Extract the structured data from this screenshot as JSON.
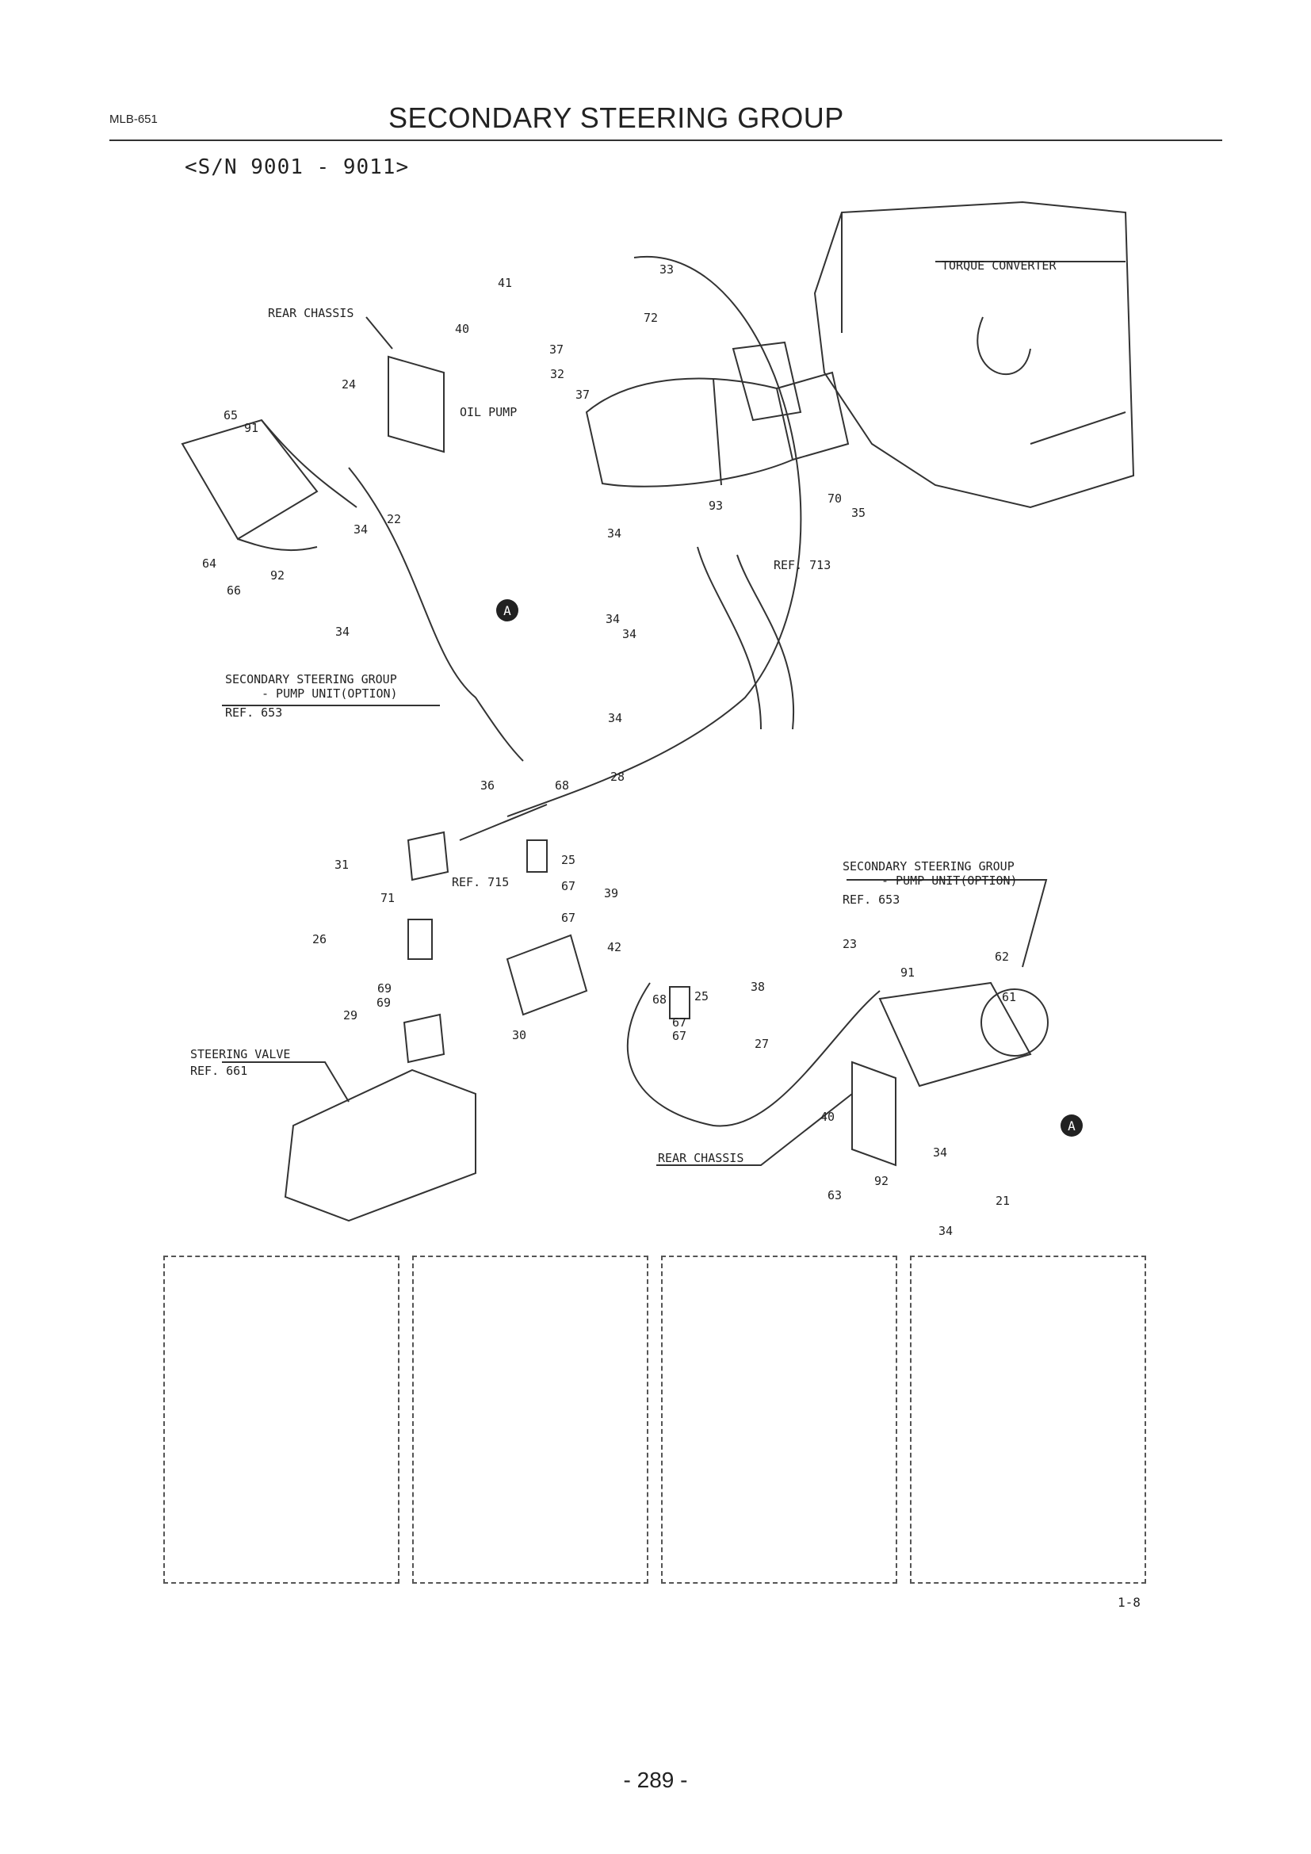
{
  "header": {
    "doc_code": "MLB-651",
    "title": "SECONDARY STEERING GROUP",
    "serial_range": "<S/N 9001 - 9011>"
  },
  "diagram": {
    "callouts": [
      "41",
      "33",
      "72",
      "40",
      "37",
      "32",
      "37",
      "24",
      "65",
      "91",
      "22",
      "34",
      "92",
      "66",
      "34",
      "64",
      "93",
      "70",
      "35",
      "34",
      "34",
      "34",
      "34",
      "28",
      "68",
      "36",
      "25",
      "31",
      "71",
      "67",
      "39",
      "67",
      "26",
      "42",
      "38",
      "68",
      "25",
      "29",
      "69",
      "69",
      "30",
      "67",
      "67",
      "27",
      "23",
      "62",
      "91",
      "61",
      "40",
      "34",
      "21",
      "92",
      "63",
      "34"
    ],
    "labels": {
      "torque_converter": "TORQUE CONVERTER",
      "rear_chassis_top": "REAR CHASSIS",
      "oil_pump": "OIL PUMP",
      "ref_713": "REF. 713",
      "pump_unit_left_1": "SECONDARY STEERING GROUP",
      "pump_unit_left_2": "- PUMP UNIT(OPTION)",
      "ref_653_left": "REF. 653",
      "ref_715": "REF. 715",
      "pump_unit_right_1": "SECONDARY STEERING GROUP",
      "pump_unit_right_2": "- PUMP UNIT(OPTION)",
      "ref_653_right": "REF. 653",
      "steering_valve": "STEERING VALVE",
      "ref_661": "REF. 661",
      "rear_chassis_bottom": "REAR CHASSIS",
      "marker_a": "A"
    }
  },
  "footer": {
    "sheet_code": "1-8",
    "page_number": "- 289 -"
  }
}
